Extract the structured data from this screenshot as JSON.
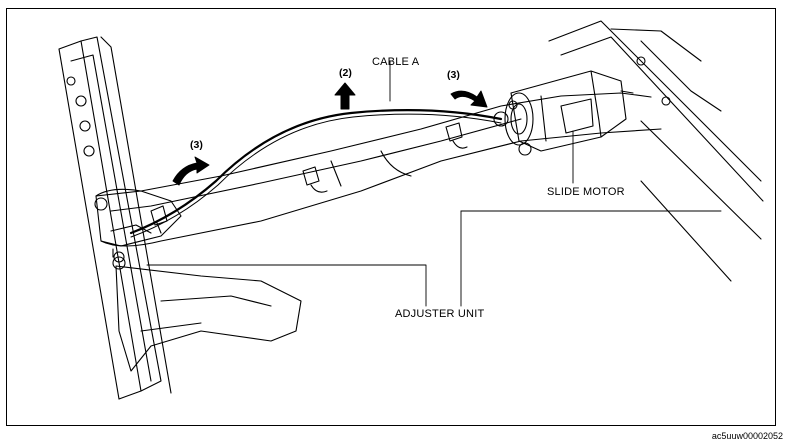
{
  "labels": {
    "cable_a": "CABLE A",
    "slide_motor": "SLIDE MOTOR",
    "adjuster_unit": "ADJUSTER UNIT"
  },
  "callouts": {
    "step2": "(2)",
    "step3_left": "(3)",
    "step3_right": "(3)"
  },
  "figure_id": "ac5uuw00002052"
}
